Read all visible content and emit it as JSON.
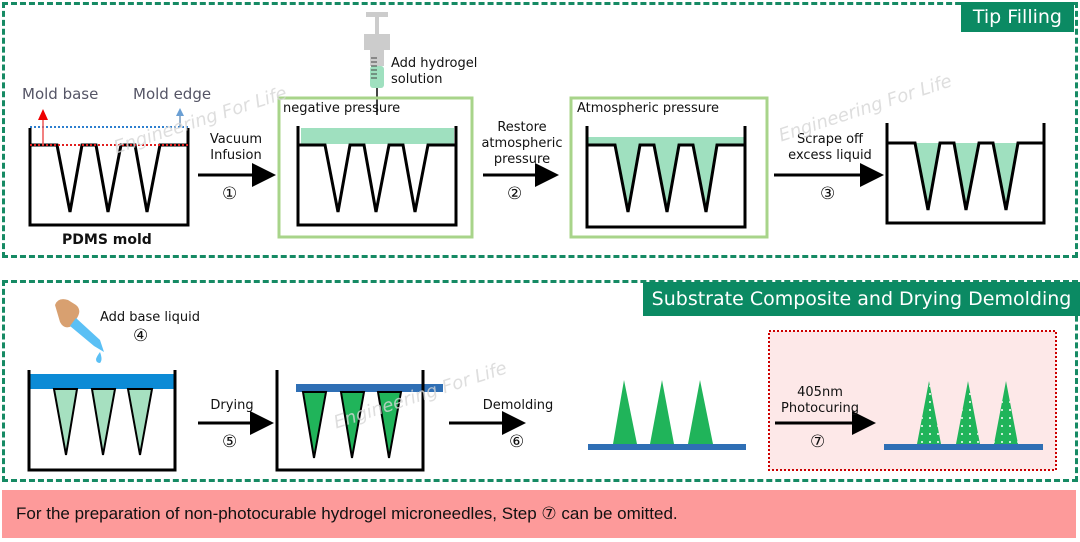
{
  "sections": {
    "tip_filling": "Tip Filling",
    "substrate": "Substrate Composite and Drying Demolding"
  },
  "labels": {
    "mold_base": "Mold base",
    "mold_edge": "Mold edge",
    "pdms_mold": "PDMS mold",
    "add_hydrogel": "Add hydrogel\nsolution",
    "negative_pressure": "negative pressure",
    "atmospheric_pressure": "Atmospheric pressure",
    "add_base_liquid": "Add base liquid"
  },
  "steps": [
    {
      "num": "①",
      "label": "Vacuum\nInfusion"
    },
    {
      "num": "②",
      "label": "Restore\natmospheric\npressure"
    },
    {
      "num": "③",
      "label": "Scrape off\nexcess liquid"
    },
    {
      "num": "④",
      "label": ""
    },
    {
      "num": "⑤",
      "label": "Drying"
    },
    {
      "num": "⑥",
      "label": "Demolding"
    },
    {
      "num": "⑦",
      "label": "405nm\nPhotocuring"
    }
  ],
  "note": "For the preparation of non-photocurable hydrogel microneedles, Step ⑦ can be omitted.",
  "watermark": "Engineering For Life",
  "colors": {
    "panel_border": "#168a64",
    "banner": "#0b8a63",
    "hydrogel_light": "#9fe0bf",
    "hydrogel_dark": "#1fb757",
    "base_liquid": "#1a86cf",
    "substrate": "#2f6fb5",
    "photocure_box": "#fde8e8",
    "note_bg": "#fd9a9a"
  }
}
